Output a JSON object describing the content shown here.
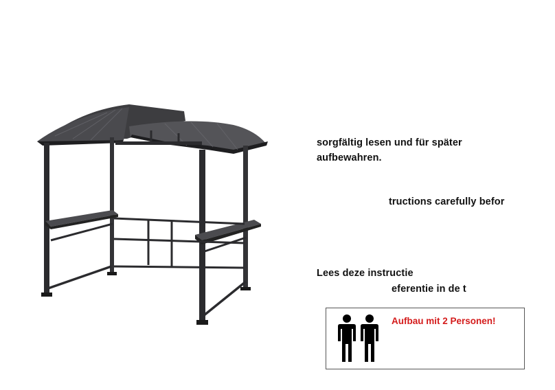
{
  "instructions": {
    "german_line1": "sorgfältig lesen und für später",
    "german_line2": "aufbewahren.",
    "english_fragment": "tructions carefully befor",
    "dutch_line1": "Lees deze instructie",
    "dutch_line2": "eferentie in de t"
  },
  "notice": {
    "text": "Aufbau mit 2 Personen!",
    "icon": "two-persons-icon",
    "text_color": "#d41b1b"
  },
  "product_image": {
    "icon": "grill-gazebo-image"
  }
}
